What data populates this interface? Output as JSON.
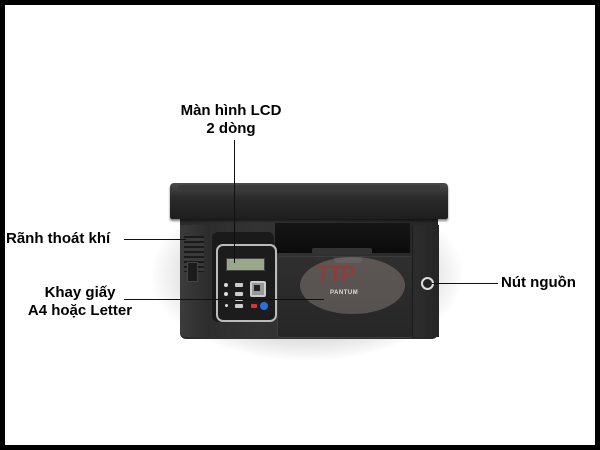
{
  "image": {
    "subject": "Pantum multifunction laser printer with annotated parts",
    "background": "#ffffff",
    "border_color": "#000000"
  },
  "annotations": {
    "lcd": {
      "line1": "Màn hình LCD",
      "line2": "2 dòng"
    },
    "vent": {
      "text": "Rãnh thoát khí"
    },
    "tray": {
      "line1": "Khay giấy",
      "line2": "A4 hoặc Letter"
    },
    "power": {
      "text": "Nút nguồn"
    }
  },
  "printer": {
    "brand": "PANTUM",
    "watermark": "TTP",
    "body_color": "#2a2a2a",
    "lcd_color": "#9aa88a",
    "button_colors": {
      "stop": "#dd3333",
      "start": "#2a6fe0"
    }
  }
}
